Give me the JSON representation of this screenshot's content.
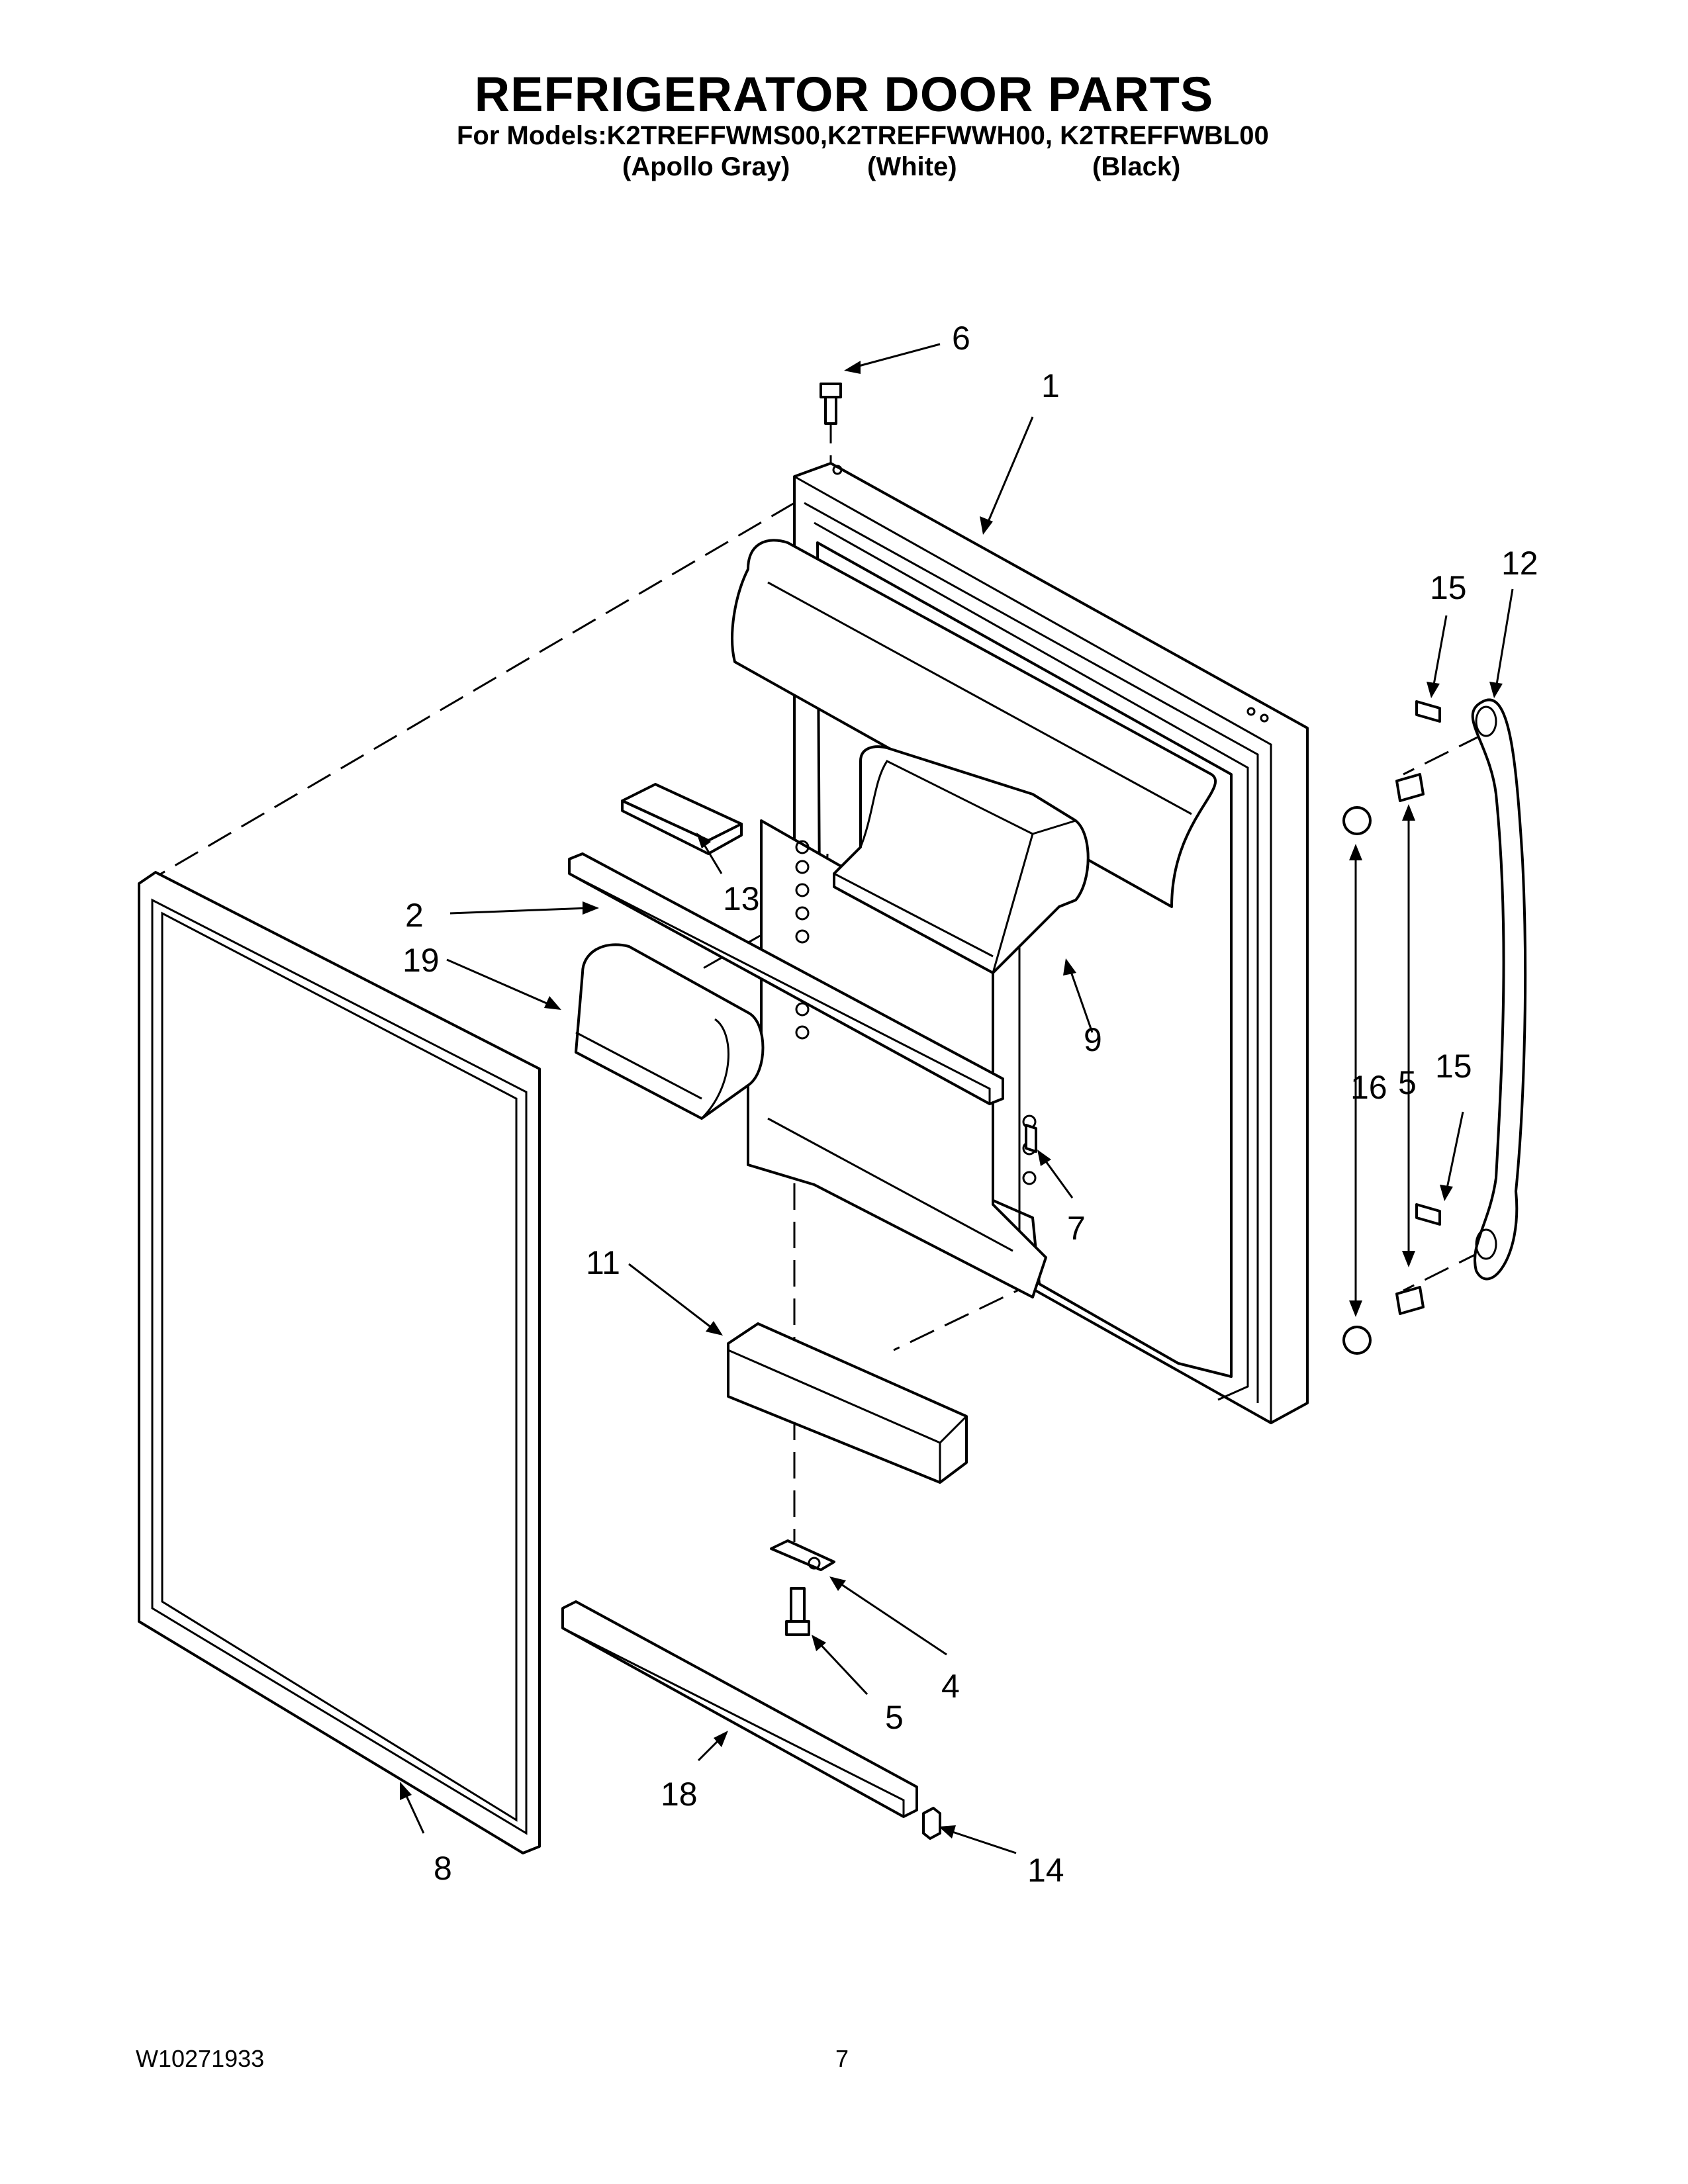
{
  "header": {
    "title": "REFRIGERATOR DOOR PARTS",
    "models_line": "For Models:K2TREFFWMS00,K2TREFFWWH00, K2TREFFWBL00",
    "variants": [
      "(Apollo Gray)",
      "(White)",
      "(Black)"
    ]
  },
  "footer": {
    "doc_number": "W10271933",
    "page_number": "7"
  },
  "callouts": {
    "c1": "1",
    "c2": "2",
    "c4": "4",
    "c5a": "5",
    "c5b": "5",
    "c6": "6",
    "c7": "7",
    "c8": "8",
    "c9": "9",
    "c11": "11",
    "c12": "12",
    "c13": "13",
    "c14": "14",
    "c15a": "15",
    "c15b": "15",
    "c16": "16",
    "c18": "18",
    "c19": "19"
  }
}
